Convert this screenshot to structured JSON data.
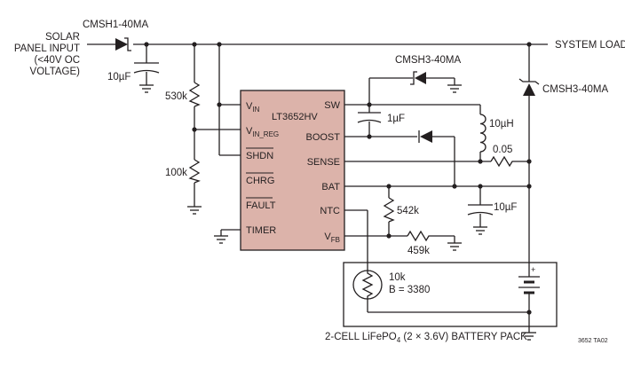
{
  "labels": {
    "input_source": [
      "SOLAR",
      "PANEL INPUT",
      "(<40V OC",
      "VOLTAGE)"
    ],
    "input_diode": "CMSH1-40MA",
    "input_cap": "10µF",
    "r_top": "530k",
    "r_bottom": "100k",
    "system_load": "SYSTEM LOAD",
    "sw_diode": "CMSH3-40MA",
    "load_diode": "CMSH3-40MA",
    "boost_cap": "1µF",
    "inductor": "10µH",
    "sense_res": "0.05",
    "bat_cap": "10µF",
    "r_fb_top": "542k",
    "r_fb_bottom": "459k",
    "thermistor": [
      "10k",
      "B = 3380"
    ],
    "battery_pack": "2-CELL LiFePO4 (2 × 3.6V) BATTERY PACK",
    "battery_plus": "+",
    "figure_code": "3652 TA02"
  },
  "chip": {
    "name": "LT3652HV",
    "pins_left": [
      "VIN",
      "VIN_REG",
      "SHDN",
      "CHRG",
      "FAULT",
      "TIMER"
    ],
    "pins_right": [
      "SW",
      "BOOST",
      "SENSE",
      "BAT",
      "NTC",
      "VFB"
    ]
  }
}
